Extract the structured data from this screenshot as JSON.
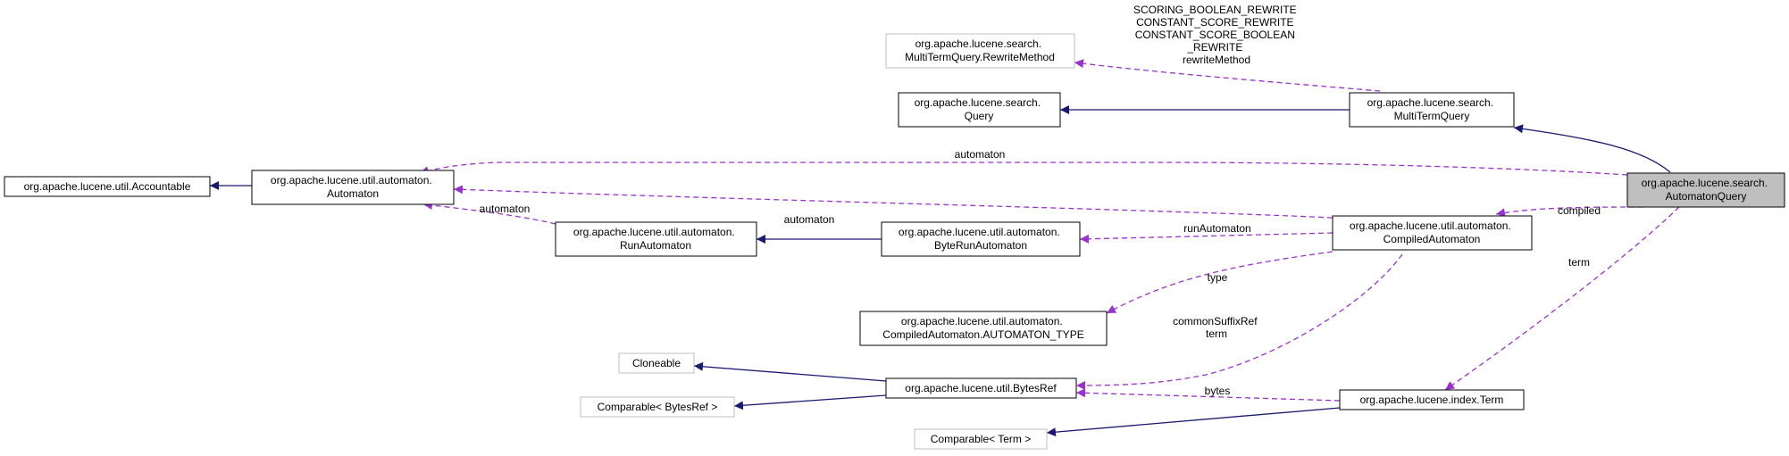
{
  "nodes": {
    "rewrite_method": {
      "lines": [
        "org.apache.lucene.search.",
        "MultiTermQuery.RewriteMethod"
      ],
      "external": true
    },
    "query": {
      "lines": [
        "org.apache.lucene.search.",
        "Query"
      ]
    },
    "multi_term_query": {
      "lines": [
        "org.apache.lucene.search.",
        "MultiTermQuery"
      ]
    },
    "accountable": {
      "lines": [
        "org.apache.lucene.util.Accountable"
      ]
    },
    "automaton": {
      "lines": [
        "org.apache.lucene.util.automaton.",
        "Automaton"
      ]
    },
    "automaton_query": {
      "lines": [
        "org.apache.lucene.search.",
        "AutomatonQuery"
      ],
      "focus": true
    },
    "run_automaton": {
      "lines": [
        "org.apache.lucene.util.automaton.",
        "RunAutomaton"
      ]
    },
    "byte_run_automaton": {
      "lines": [
        "org.apache.lucene.util.automaton.",
        "ByteRunAutomaton"
      ]
    },
    "compiled_automaton": {
      "lines": [
        "org.apache.lucene.util.automaton.",
        "CompiledAutomaton"
      ]
    },
    "automaton_type": {
      "lines": [
        "org.apache.lucene.util.automaton.",
        "CompiledAutomaton.AUTOMATON_TYPE"
      ]
    },
    "cloneable": {
      "lines": [
        "Cloneable"
      ],
      "external": true
    },
    "bytes_ref": {
      "lines": [
        "org.apache.lucene.util.BytesRef"
      ]
    },
    "comparable_bytesref": {
      "lines": [
        "Comparable< BytesRef >"
      ],
      "external": true
    },
    "term": {
      "lines": [
        "org.apache.lucene.index.Term"
      ]
    },
    "comparable_term": {
      "lines": [
        "Comparable< Term >"
      ],
      "external": true
    }
  },
  "edge_labels": {
    "rewrite_method": [
      "SCORING_BOOLEAN_REWRITE",
      "CONSTANT_SCORE_REWRITE",
      "CONSTANT_SCORE_BOOLEAN",
      "_REWRITE",
      "rewriteMethod"
    ],
    "automaton_from_query": [
      "automaton"
    ],
    "automaton_from_compiled": [
      "automaton"
    ],
    "automaton_from_run": [
      "automaton"
    ],
    "compiled": [
      "compiled"
    ],
    "term": [
      "term"
    ],
    "run_automaton": [
      "runAutomaton"
    ],
    "type": [
      "type"
    ],
    "common_suffix_ref": [
      "commonSuffixRef",
      "term"
    ],
    "bytes": [
      "bytes"
    ]
  },
  "colors": {
    "inheritance": "#191970",
    "usage": "#9a32cd",
    "focus_fill": "#bfbfbf",
    "external_border": "#bfbfbf"
  }
}
